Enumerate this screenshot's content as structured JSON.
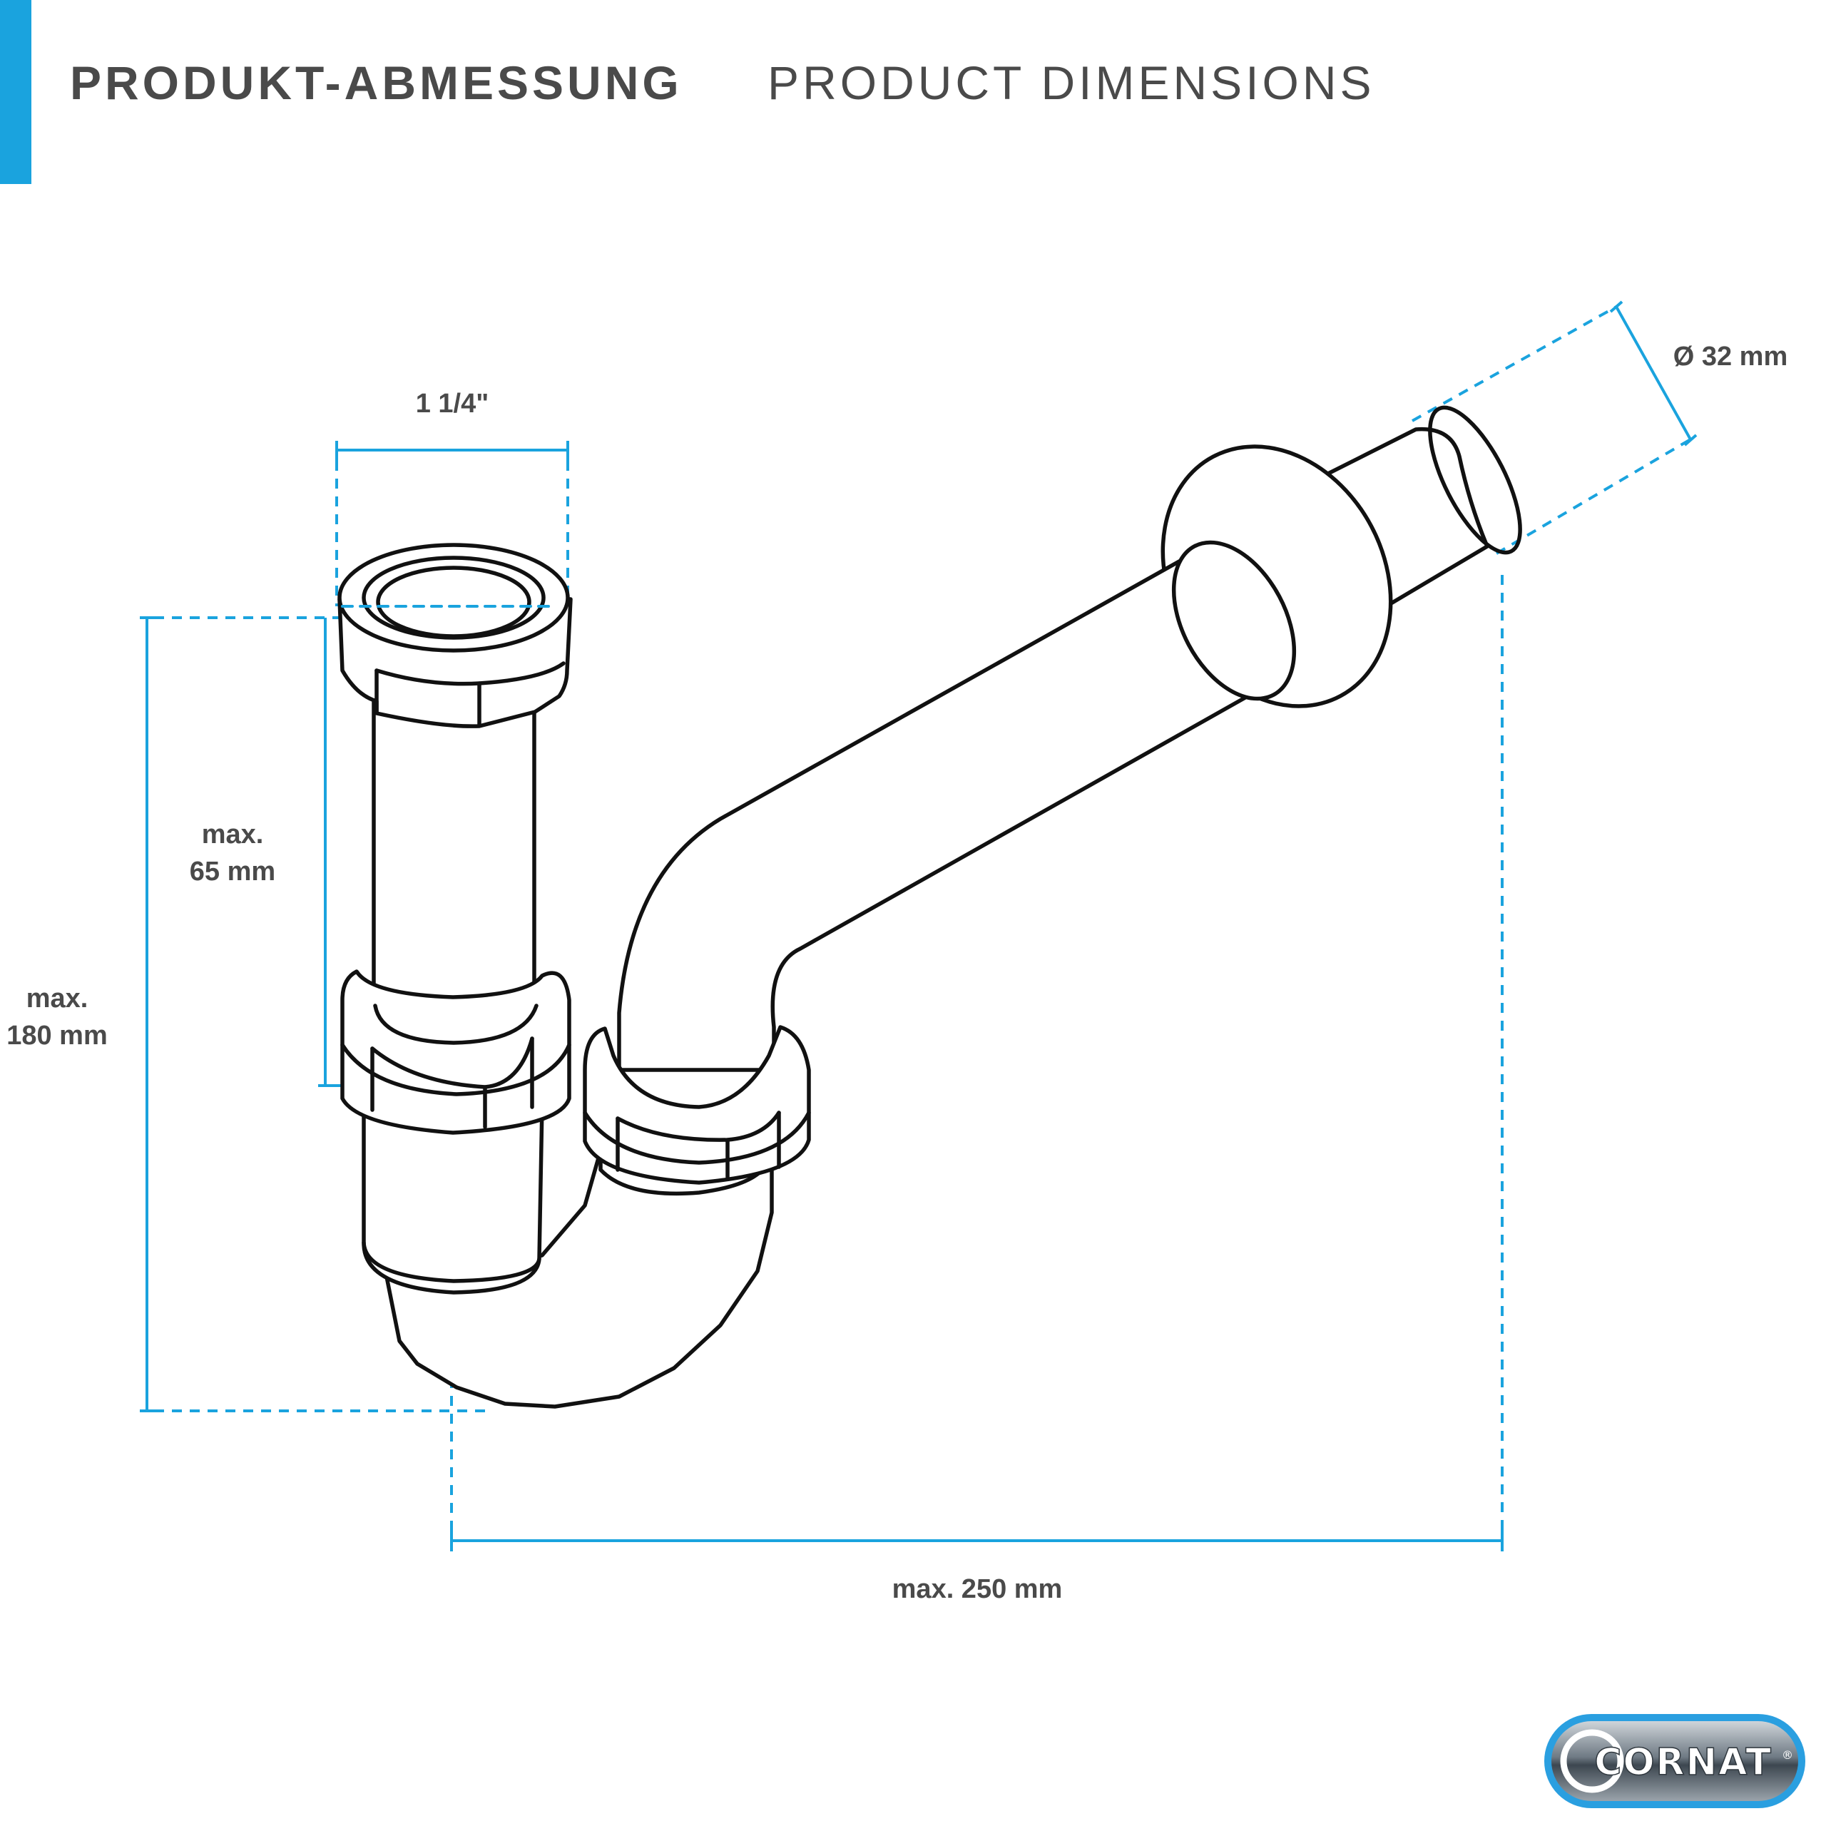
{
  "header": {
    "title_de": "PRODUKT-ABMESSUNG",
    "title_en": "PRODUCT DIMENSIONS"
  },
  "dimensions": {
    "thread_size": "1 1/4\"",
    "diameter": "Ø 32 mm",
    "inner_length_label": "max.",
    "inner_length_value": "65 mm",
    "height_label": "max.",
    "height_value": "180 mm",
    "width": "max. 250 mm"
  },
  "brand": {
    "logo_text": "CORNAT",
    "registered_mark": "®"
  },
  "colors": {
    "accent": "#1aa3de",
    "text": "#4a4a4a",
    "outline": "#111111",
    "logo_blue": "#2a9fe0"
  }
}
